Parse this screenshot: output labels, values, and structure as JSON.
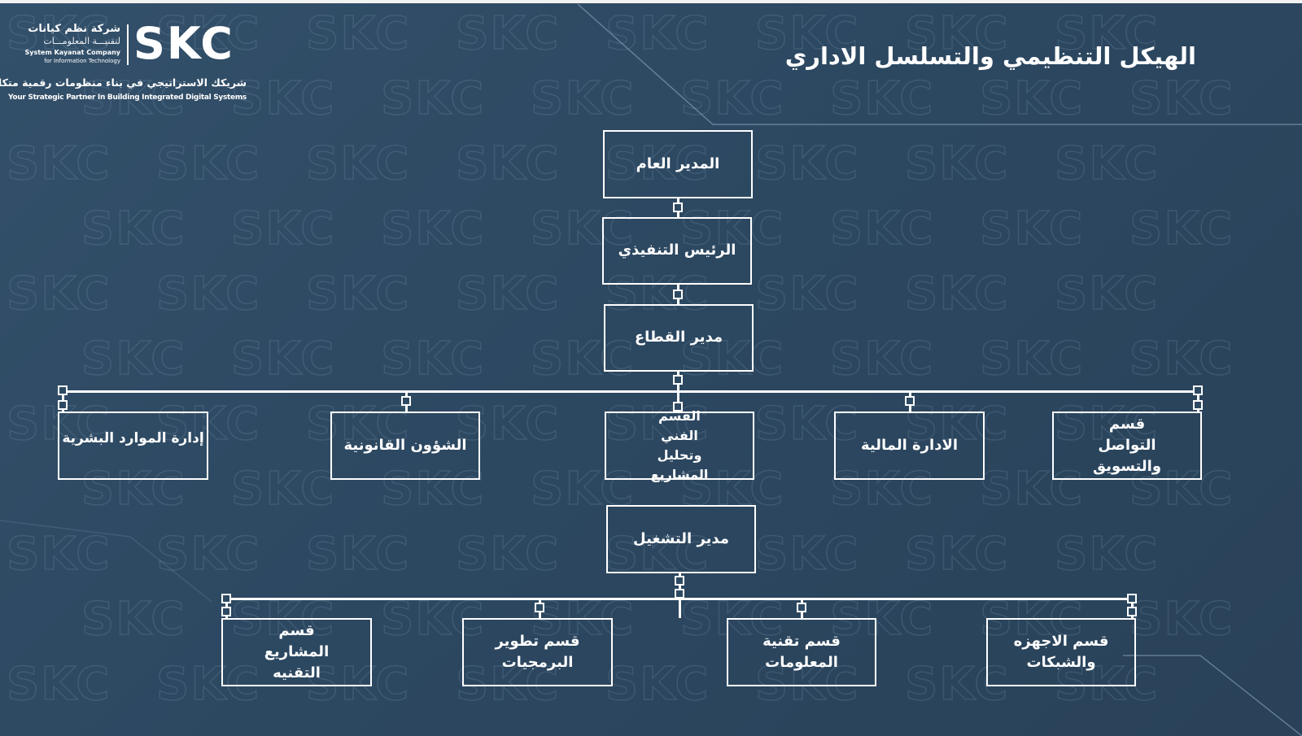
{
  "logo": {
    "company_ar": "شركة نظم كيانات",
    "company_ar_sub": "لتقنيـــة المعلومـــات",
    "company_en_1": "System Kayanat Company",
    "company_en_2": "for Information Technology",
    "brand": "SKC",
    "tagline_ar": "شريكك الاستراتيجي في بناء منظومات رقمية متكاملة",
    "tagline_en": "Your Strategic Partner In Building Integrated Digital Systems"
  },
  "title": "الهيكل التنظيمي والتسلسل الاداري",
  "watermark": "SKC",
  "chart": {
    "general_manager": "المدير العام",
    "ceo": "الرئيس التنفيذي",
    "sector_manager": "مدير القطاع",
    "departments": [
      "قسم التواصل والتسويق",
      "الادارة المالية",
      "القسم الفني وتحليل المشاريع",
      "الشؤون القانونية",
      "إدارة الموارد البشرية"
    ],
    "operations_manager": "مدير التشغيل",
    "operations_departments": [
      "قسم الاجهزه والشبكات",
      "قسم تقنية المعلومات",
      "قسم تطوير البرمجيات",
      "قسم المشاريع التقنيه"
    ]
  },
  "colors": {
    "background": "#2e4a63",
    "foreground": "#ffffff"
  }
}
